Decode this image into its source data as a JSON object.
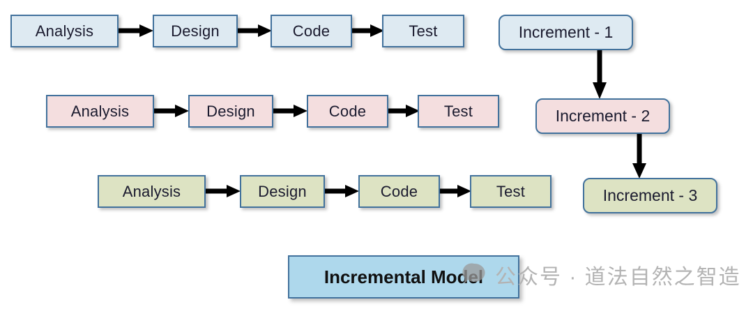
{
  "diagram": {
    "title": "Incremental Model",
    "background_color": "#ffffff",
    "border_color": "#41719c",
    "arrow_color": "#000000",
    "title_fill": "#aed8ec",
    "rows": [
      {
        "name": "increment-1-row",
        "fill": "#deeaf2",
        "phases": [
          "Analysis",
          "Design",
          "Code",
          "Test"
        ]
      },
      {
        "name": "increment-2-row",
        "fill": "#f4dedf",
        "phases": [
          "Analysis",
          "Design",
          "Code",
          "Test"
        ]
      },
      {
        "name": "increment-3-row",
        "fill": "#dde3c3",
        "phases": [
          "Analysis",
          "Design",
          "Code",
          "Test"
        ]
      }
    ],
    "increments": [
      {
        "label": "Increment - 1",
        "fill": "#deeaf2"
      },
      {
        "label": "Increment - 2",
        "fill": "#f4dedf"
      },
      {
        "label": "Increment - 3",
        "fill": "#dde3c3"
      }
    ],
    "watermark": {
      "text": "公众号 · 道法自然之智造",
      "icon": "speech-bubble-icon",
      "color": "#b3b3b3"
    }
  }
}
